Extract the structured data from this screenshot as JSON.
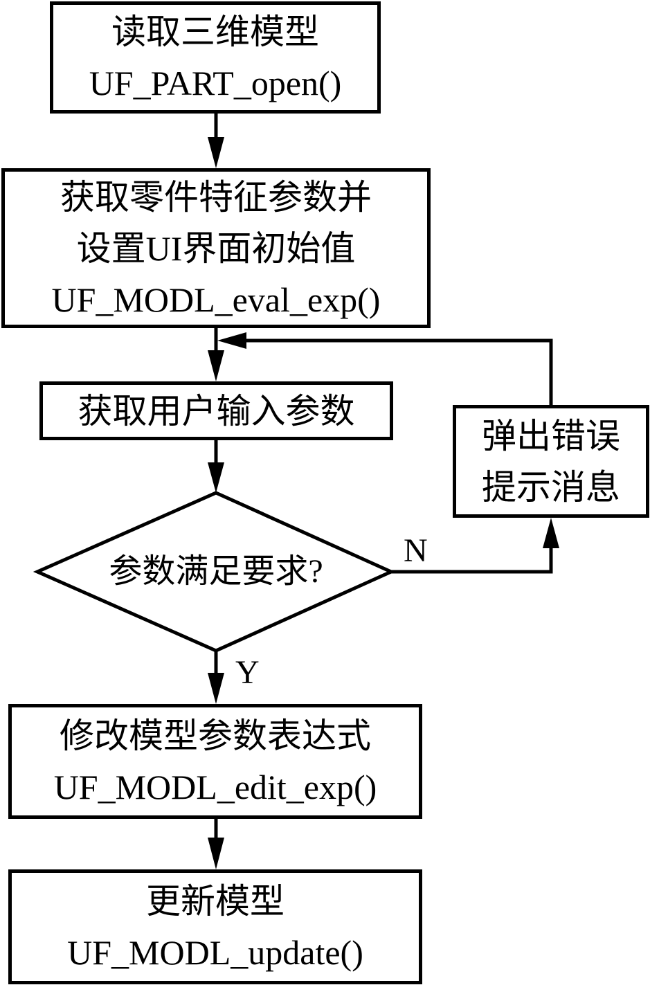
{
  "diagram": {
    "type": "flowchart",
    "nodes": [
      {
        "id": "read-model",
        "shape": "process",
        "lines": [
          "读取三维模型",
          "UF_PART_open()"
        ]
      },
      {
        "id": "get-params",
        "shape": "process",
        "lines": [
          "获取零件特征参数并",
          "设置UI界面初始值",
          "UF_MODL_eval_exp()"
        ]
      },
      {
        "id": "user-input",
        "shape": "process",
        "lines": [
          "获取用户输入参数"
        ]
      },
      {
        "id": "check",
        "shape": "decision",
        "lines": [
          "参数满足要求?"
        ]
      },
      {
        "id": "error",
        "shape": "process",
        "lines": [
          "弹出错误",
          "提示消息"
        ]
      },
      {
        "id": "edit-exp",
        "shape": "process",
        "lines": [
          "修改模型参数表达式",
          "UF_MODL_edit_exp()"
        ]
      },
      {
        "id": "update",
        "shape": "process",
        "lines": [
          "更新模型",
          "UF_MODL_update()"
        ]
      }
    ],
    "edges": [
      {
        "from": "read-model",
        "to": "get-params",
        "label": ""
      },
      {
        "from": "get-params",
        "to": "user-input",
        "label": ""
      },
      {
        "from": "user-input",
        "to": "check",
        "label": ""
      },
      {
        "from": "check",
        "to": "error",
        "label": "N"
      },
      {
        "from": "error",
        "to": "user-input",
        "label": ""
      },
      {
        "from": "check",
        "to": "edit-exp",
        "label": "Y"
      },
      {
        "from": "edit-exp",
        "to": "update",
        "label": ""
      }
    ],
    "colors": {
      "stroke": "#000000",
      "background": "#ffffff",
      "text": "#000000"
    }
  }
}
